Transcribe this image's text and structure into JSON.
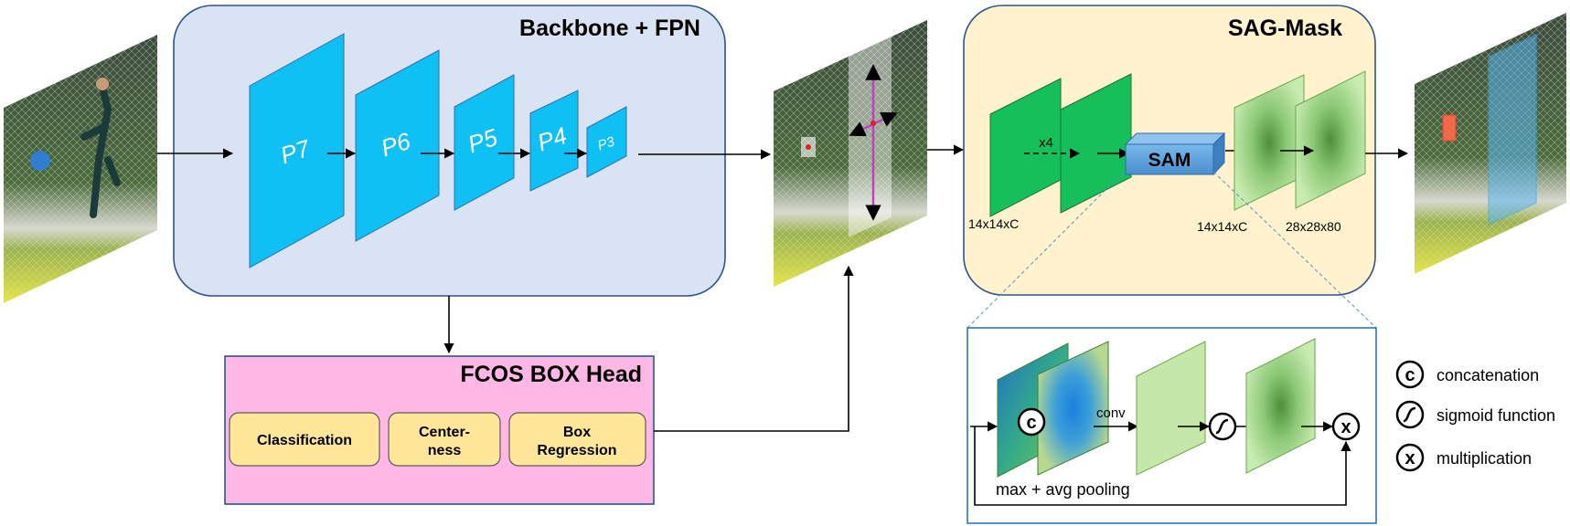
{
  "backbone": {
    "title": "Backbone + FPN",
    "levels": [
      "P7",
      "P6",
      "P5",
      "P4",
      "P3"
    ]
  },
  "fcos": {
    "title": "FCOS BOX Head",
    "boxes": [
      {
        "line1": "Classification",
        "line2": ""
      },
      {
        "line1": "Center-",
        "line2": "ness"
      },
      {
        "line1": "Box",
        "line2": "Regression"
      }
    ]
  },
  "sag_mask": {
    "title": "SAG-Mask",
    "repeat_label": "x4",
    "sam_label": "SAM",
    "dim_in": "14x14xC",
    "dim_mid": "14x14xC",
    "dim_out": "28x28x80"
  },
  "sam_detail": {
    "conv_label": "conv",
    "pooling_label": "max + avg pooling",
    "concat_symbol": "c",
    "multiply_symbol": "x"
  },
  "legend": [
    {
      "symbol": "c",
      "label": "concatenation"
    },
    {
      "symbol": "sigmoid",
      "label": "sigmoid function"
    },
    {
      "symbol": "x",
      "label": "multiplication"
    }
  ],
  "colors": {
    "backbone_bg": "#dae3f3",
    "backbone_border": "#2f528f",
    "feature_map": "#0fc0f5",
    "fcos_bg": "#ffb8e6",
    "fcos_box": "#ffe699",
    "sag_bg": "#fff2cc",
    "mask_green": "#15c05a",
    "light_green": "#c5e8a8",
    "sam_box": "#5b9bd5"
  }
}
